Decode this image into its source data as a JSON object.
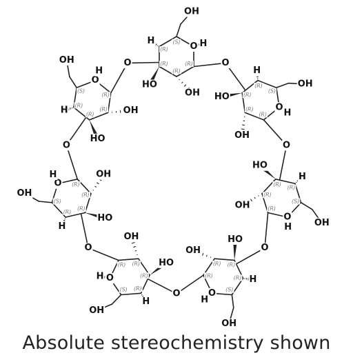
{
  "caption": "Absolute stereochemistry shown",
  "atom_labels": {
    "oxygen": "O",
    "hydrogen": "H",
    "hydroxyl_right": "OH",
    "hydroxyl_left": "HO"
  },
  "stereo_labels": [
    "(R)",
    "(R)",
    "(R)",
    "(S)",
    "(R)"
  ],
  "ring_count": 7,
  "colors": {
    "bond": "#222222",
    "stereo_label": "#7d7d7d",
    "background": "#ffffff"
  }
}
